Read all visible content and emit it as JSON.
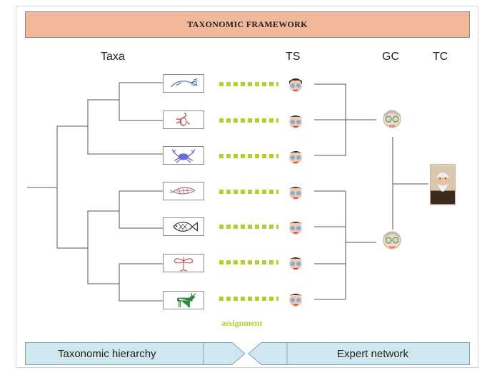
{
  "title": "TAXONOMIC FRAMEWORK",
  "headers": {
    "taxa": "Taxa",
    "ts": "TS",
    "gc": "GC",
    "tc": "TC"
  },
  "taxa": [
    {
      "icon": "mosquito-larva-icon",
      "color": "#5b7bb0"
    },
    {
      "icon": "scorpion-icon",
      "color": "#b84848"
    },
    {
      "icon": "crab-icon",
      "color": "#5a5ab8"
    },
    {
      "icon": "moth-icon",
      "color": "#b87070"
    },
    {
      "icon": "fish-icon",
      "color": "#333333"
    },
    {
      "icon": "mayfly-icon",
      "color": "#c05a5a"
    },
    {
      "icon": "moose-icon",
      "color": "#2f8a3a"
    }
  ],
  "assignment_label": "assignment",
  "footer": {
    "left": "Taxonomic hierarchy",
    "right": "Expert network"
  },
  "colors": {
    "title_bg": "#f2b89c",
    "footer_bg": "#cfe8ef",
    "assignment": "#b6cf2c",
    "lines": "#555555"
  }
}
